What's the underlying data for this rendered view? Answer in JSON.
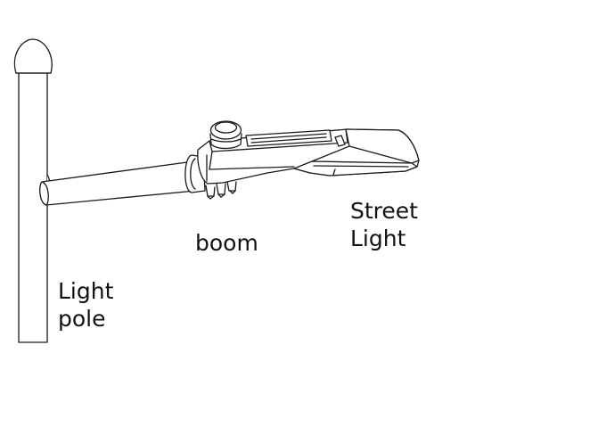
{
  "labels": {
    "boom": "boom",
    "street_light": [
      "Street",
      "Light"
    ],
    "light_pole": [
      "Light",
      "pole"
    ]
  },
  "colors": {
    "line": "#1a1a1a",
    "fill": "#ffffff",
    "text": "#111111"
  },
  "icons": {
    "pole_cap": "sphere-cap",
    "photocell": "photocell-dome"
  }
}
